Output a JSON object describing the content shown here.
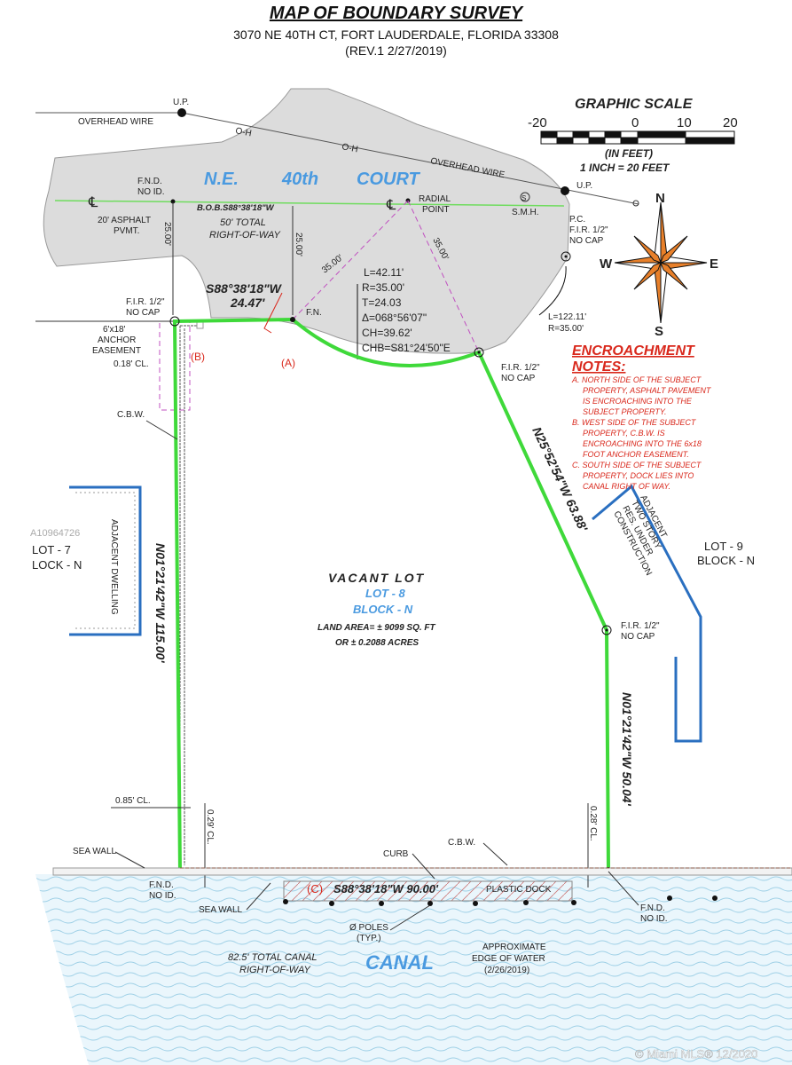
{
  "header": {
    "title": "MAP OF BOUNDARY SURVEY",
    "address": "3070 NE 40TH CT,  FORT LAUDERDALE, FLORIDA 33308",
    "revision": "(REV.1  2/27/2019)"
  },
  "scale": {
    "title": "GRAPHIC SCALE",
    "ticks": [
      "-20",
      "0",
      "10",
      "20"
    ],
    "units": "(IN FEET)",
    "ratio": "1 INCH = 20 FEET"
  },
  "compass": {
    "n": "N",
    "s": "S",
    "e": "E",
    "w": "W"
  },
  "street": {
    "name_parts": [
      "N.E.",
      "40th",
      "COURT"
    ],
    "overhead_wire": "OVERHEAD WIRE",
    "up": "U.P.",
    "oh": "O-H",
    "cl": "℄",
    "fnd": [
      "F.N.D.",
      "NO ID."
    ],
    "asphalt": [
      "20' ASPHALT",
      "PVMT."
    ],
    "bob": "B.O.B.S88°38'18\"W",
    "row": [
      "50' TOTAL",
      "RIGHT-OF-WAY"
    ],
    "radial": [
      "RADIAL",
      "POINT"
    ],
    "smh_symbol": "S",
    "smh": "S.M.H.",
    "pc": [
      "P.C.",
      "F.I.R. 1/2\"",
      "NO CAP"
    ],
    "dist_25": "25.00'",
    "dist_35": "35.00'"
  },
  "curve": {
    "L": "L=42.11'",
    "R": "R=35.00'",
    "T": "T=24.03",
    "delta": "Δ=068°56'07\"",
    "CH": "CH=39.62'",
    "CHB": "CHB=S81°24'50\"E",
    "outer_L": "L=122.11'",
    "outer_R": "R=35.00'"
  },
  "boundary": {
    "north": [
      "S88°38'18\"W",
      "24.47'"
    ],
    "fn": "F.N.",
    "fir_nw": [
      "F.I.R. 1/2\"",
      "NO CAP"
    ],
    "anchor": [
      "6'x18'",
      "ANCHOR",
      "EASEMENT"
    ],
    "cl_018": "0.18' CL.",
    "fir_ne": [
      "F.I.R. 1/2\"",
      "NO CAP"
    ],
    "cbw": "C.B.W.",
    "west": "N01°21'42\"W  115.00'",
    "northeast": "N25°52'54\"W  63.88'",
    "fir_e": [
      "F.I.R. 1/2\"",
      "NO CAP"
    ],
    "east": "N01°21'42\"W  50.04'",
    "cl_085": "0.85' CL.",
    "cl_029": "0.29' CL.",
    "cl_028": "0.28' CL.",
    "south": "S88°38'18\"W  90.00'",
    "marker_a": "(A)",
    "marker_b": "(B)",
    "marker_c": "(C)"
  },
  "lot": {
    "title": "VACANT LOT",
    "lot": "LOT - 8",
    "block": "BLOCK - N",
    "area": "LAND AREA= ±  9099  SQ. FT",
    "acres": "OR ±  0.2088  ACRES"
  },
  "adjacent": {
    "west_dwelling": "ADJACENT DWELLING",
    "west_lot": [
      "LOT - 7",
      "LOCK - N"
    ],
    "east_dwelling": [
      "ADJACENT",
      "TWO STORY",
      "RES. UNDER",
      "CONSTRUCTION"
    ],
    "east_lot": [
      "LOT - 9",
      "BLOCK - N"
    ]
  },
  "notes": {
    "title": [
      "ENCROACHMENT",
      "NOTES:"
    ],
    "lines": [
      "A.  NORTH SIDE OF THE SUBJECT",
      "PROPERTY, ASPHALT PAVEMENT",
      "IS ENCROACHING INTO THE",
      "SUBJECT PROPERTY.",
      "B.  WEST SIDE OF THE SUBJECT",
      "PROPERTY, C.B.W. IS",
      "ENCROACHING INTO THE 6x18",
      "FOOT ANCHOR  EASEMENT.",
      "C.  SOUTH SIDE OF THE SUBJECT",
      "PROPERTY, DOCK LIES INTO",
      "CANAL RIGHT OF WAY."
    ]
  },
  "canal": {
    "sea_wall": "SEA WALL",
    "fnd_sw": [
      "F.N.D.",
      "NO ID."
    ],
    "sea_wall2": "SEA WALL",
    "curb": "CURB",
    "cbw": "C.B.W.",
    "dock": "PLASTIC DOCK",
    "fnd_se": [
      "F.N.D.",
      "NO ID."
    ],
    "poles": [
      "Ø POLES",
      "(TYP.)"
    ],
    "row": [
      "82.5' TOTAL CANAL",
      "RIGHT-OF-WAY"
    ],
    "name": "CANAL",
    "edge": [
      "APPROXIMATE",
      "EDGE OF WATER",
      "(2/26/2019)"
    ]
  },
  "watermark": {
    "id": "A10964726",
    "footer": "© Miami MLS® 12/2020"
  },
  "colors": {
    "boundary": "#3fd93a",
    "road": "#dcdcdc",
    "water": "#e4f3fb",
    "notes": "#d9281c",
    "label_blue": "#4a9ae0"
  }
}
